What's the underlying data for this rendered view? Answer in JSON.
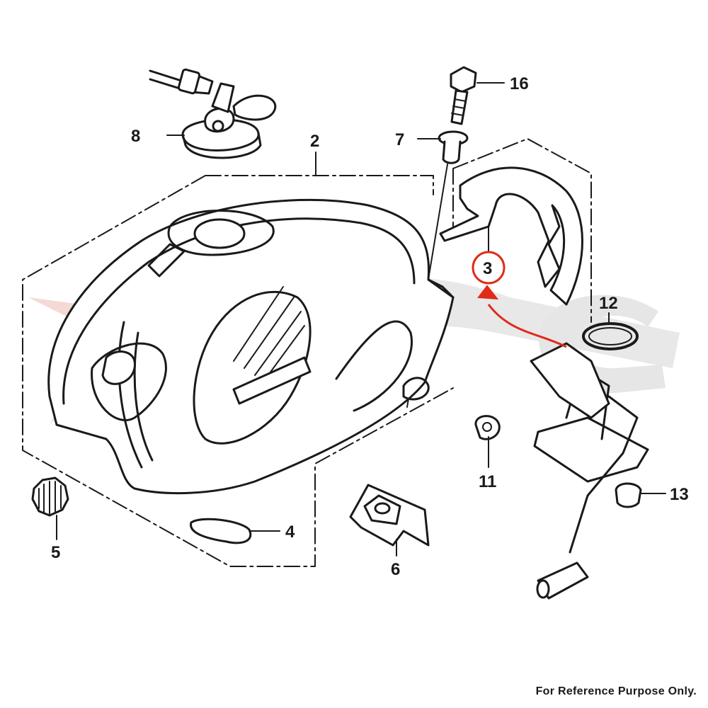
{
  "diagram": {
    "callouts": [
      {
        "id": "16",
        "label": "16"
      },
      {
        "id": "8",
        "label": "8"
      },
      {
        "id": "7",
        "label": "7"
      },
      {
        "id": "2",
        "label": "2"
      },
      {
        "id": "3",
        "label": "3",
        "highlighted": true
      },
      {
        "id": "12",
        "label": "12"
      },
      {
        "id": "11",
        "label": "11"
      },
      {
        "id": "13",
        "label": "13"
      },
      {
        "id": "4",
        "label": "4"
      },
      {
        "id": "5",
        "label": "5"
      },
      {
        "id": "6",
        "label": "6"
      }
    ],
    "highlight_color": "#e02a1a",
    "watermark_color": "#f4d5d0",
    "watermark_grey": "#e4e4e4",
    "brand_text": "HONDA",
    "footer_note": "For Reference Purpose Only."
  }
}
